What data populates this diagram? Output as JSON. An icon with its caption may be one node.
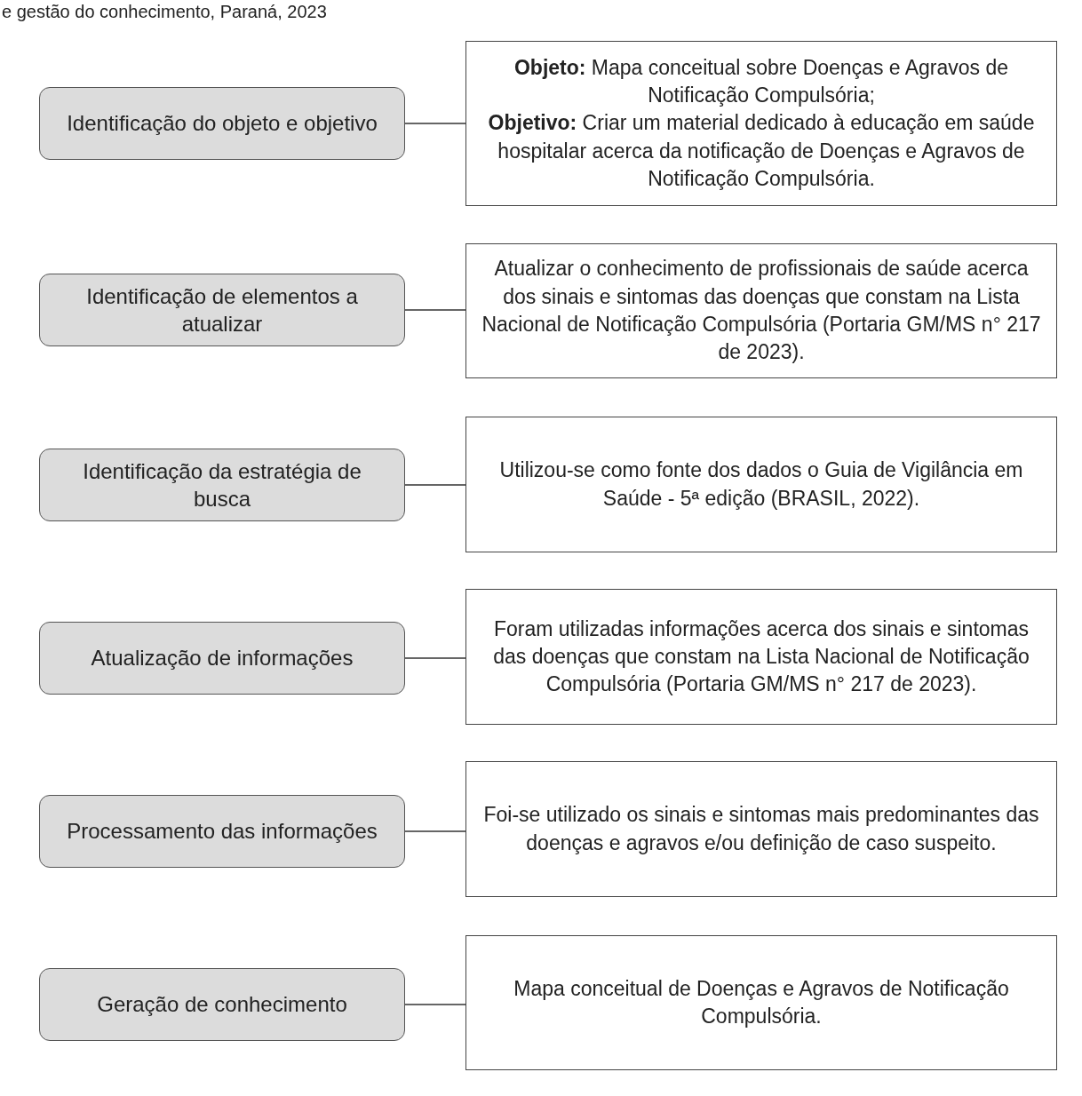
{
  "diagram": {
    "nodes": [
      {
        "text": [
          "Identificação do objeto e objetivo"
        ]
      },
      {
        "text": [
          "**Objeto:** Mapa conceitual sobre Doenças e Agravos de Notificação Compulsória;",
          "**Objetivo:** Criar um material dedicado à educação em saúde hospitalar acerca da notificação de Doenças e Agravos de Notificação Compulsória."
        ]
      },
      {
        "text": [
          "Identificação de elementos a atualizar"
        ]
      },
      {
        "text": [
          "Atualizar o conhecimento de profissionais de saúde acerca dos sinais e sintomas das doenças que constam na Lista Nacional de Notificação Compulsória (Portaria GM/MS n° 217 de 2023)."
        ]
      },
      {
        "text": [
          "Identificação da estratégia de busca"
        ]
      },
      {
        "text": [
          "Utilizou-se como fonte dos dados o Guia de Vigilância em Saúde - 5ª edição (BRASIL, 2022)."
        ]
      },
      {
        "text": [
          "Atualização de informações"
        ]
      },
      {
        "text": [
          "Foram utilizadas informações acerca dos sinais e sintomas das doenças que constam na Lista Nacional de Notificação Compulsória (Portaria GM/MS n° 217 de 2023)."
        ]
      },
      {
        "text": [
          "Processamento das informações"
        ]
      },
      {
        "text": [
          "Foi-se utilizado os sinais e sintomas mais predominantes das doenças e agravos e/ou definição de caso suspeito."
        ]
      },
      {
        "text": [
          "Geração de conhecimento"
        ]
      },
      {
        "text": [
          "Mapa conceitual de Doenças e Agravos de Notificação Compulsória."
        ]
      }
    ],
    "edges": [
      {
        "from": 0,
        "to": 1,
        "arrow": "none"
      },
      {
        "from": 2,
        "to": 3,
        "arrow": "none"
      },
      {
        "from": 4,
        "to": 5,
        "arrow": "none"
      },
      {
        "from": 6,
        "to": 7,
        "arrow": "none"
      },
      {
        "from": 8,
        "to": 9,
        "arrow": "none"
      },
      {
        "from": 10,
        "to": 11,
        "arrow": "none"
      }
    ],
    "labels": [
      "e gestão do conhecimento, Paraná, 2023"
    ]
  }
}
